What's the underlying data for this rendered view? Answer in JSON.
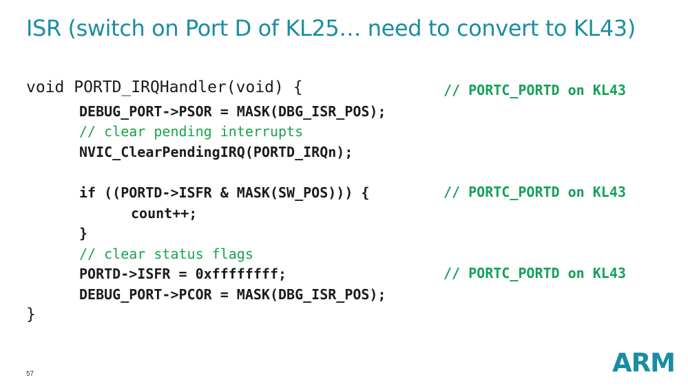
{
  "slide": {
    "title": "ISR (switch on Port D of KL25… need to convert to KL43)",
    "page_number": "57",
    "logo_text": "ARM",
    "colors": {
      "title": "#1a8ca3",
      "code": "#1b1b1b",
      "comment": "#17a34a",
      "side_comment": "#14a05a"
    }
  },
  "code": {
    "lines": [
      "void PORTD_IRQHandler(void) {",
      "DEBUG_PORT->PSOR = MASK(DBG_ISR_POS);",
      "// clear pending interrupts",
      "NVIC_ClearPendingIRQ(PORTD_IRQn);",
      "if ((PORTD->ISFR & MASK(SW_POS))) {",
      "count++;",
      "}",
      "// clear status flags",
      "PORTD->ISFR = 0xffffffff;",
      "DEBUG_PORT->PCOR = MASK(DBG_ISR_POS);",
      "}"
    ],
    "side_comments": [
      "// PORTC_PORTD on KL43",
      "// PORTC_PORTD on KL43",
      "// PORTC_PORTD on KL43"
    ]
  }
}
